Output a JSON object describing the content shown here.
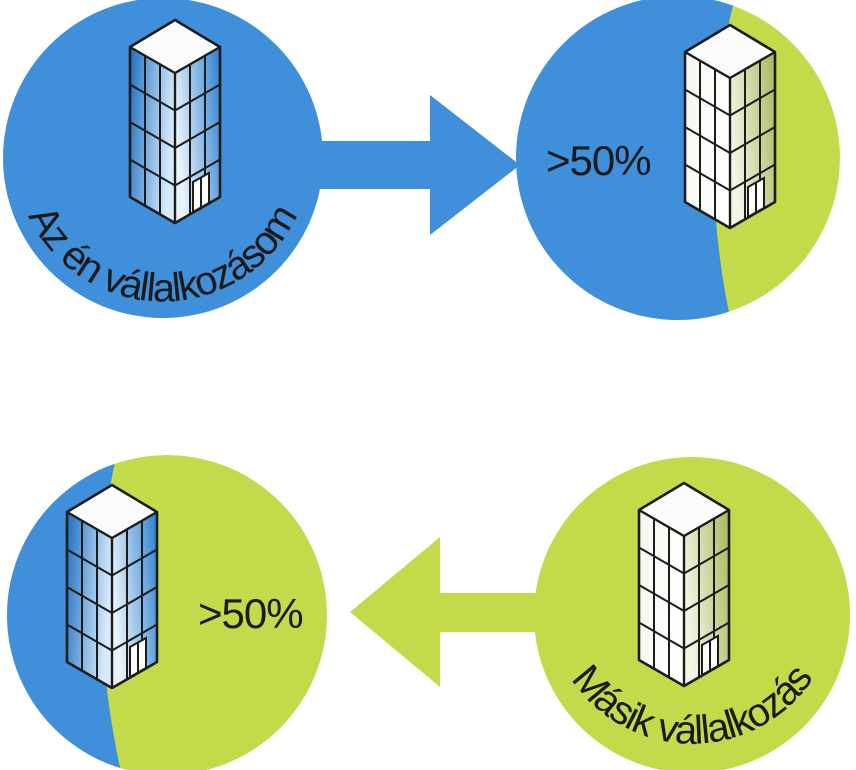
{
  "colors": {
    "blue": "#3f8fdb",
    "green": "#c2db4a",
    "outline": "#222222"
  },
  "diagram": {
    "top_row": {
      "my_company_label": "Az én vállalkozásom",
      "owned_share_label": ">50%",
      "arrow_direction": "right",
      "arrow_color": "blue"
    },
    "bottom_row": {
      "other_company_label": "Másik vállalkozás",
      "owned_share_label": ">50%",
      "arrow_direction": "left",
      "arrow_color": "green"
    }
  }
}
